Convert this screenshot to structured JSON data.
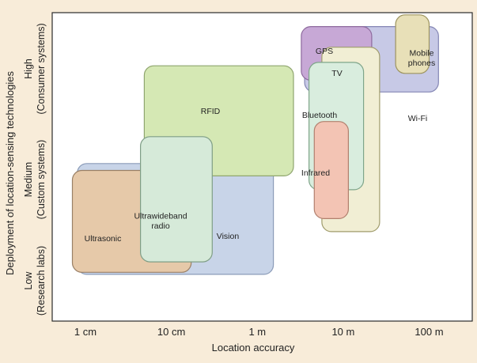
{
  "chart_data": {
    "type": "region",
    "title": "",
    "xlabel": "Location accuracy",
    "ylabel": "Deployment of location-sensing technologies",
    "x_scale": "log",
    "x_ticks": [
      "1 cm",
      "10 cm",
      "1 m",
      "10 m",
      "100 m"
    ],
    "y_ticks": [
      {
        "level": "Low",
        "sublabel": "(Research labs)"
      },
      {
        "level": "Medium",
        "sublabel": "(Custom systems)"
      },
      {
        "level": "High",
        "sublabel": "(Consumer systems)"
      }
    ],
    "grid": false,
    "legend": "none",
    "regions": [
      {
        "name": "Vision",
        "x_range_m": [
          0.008,
          1.7
        ],
        "y_range": [
          0.68,
          2.29
        ],
        "color": "#c8d4e8",
        "stroke": "#8a9bb8"
      },
      {
        "name": "Ultrasonic",
        "x_range_m": [
          0.007,
          0.18
        ],
        "y_range": [
          0.71,
          2.19
        ],
        "color": "#e6c9a9",
        "stroke": "#9a8066"
      },
      {
        "name": "RFID",
        "x_range_m": [
          0.05,
          2.95
        ],
        "y_range": [
          2.11,
          3.71
        ],
        "color": "#d5e8b4",
        "stroke": "#8fa56e"
      },
      {
        "name": "Ultrawideband radio",
        "x_range_m": [
          0.045,
          0.32
        ],
        "y_range": [
          0.86,
          2.68
        ],
        "color": "#d6ead9",
        "stroke": "#7f9e86"
      },
      {
        "name": "Wi-Fi",
        "x_range_m": [
          4.0,
          155
        ],
        "y_range": [
          3.33,
          4.28
        ],
        "color": "#c7c9e6",
        "stroke": "#8486b4"
      },
      {
        "name": "GPS",
        "x_range_m": [
          3.65,
          25
        ],
        "y_range": [
          3.5,
          4.28
        ],
        "color": "#c7a8d6",
        "stroke": "#8e6a9e"
      },
      {
        "name": "TV",
        "x_range_m": [
          6.4,
          31
        ],
        "y_range": [
          1.3,
          3.98
        ],
        "color": "#f1eed4",
        "stroke": "#a09c6c"
      },
      {
        "name": "Bluetooth",
        "x_range_m": [
          4.5,
          20
        ],
        "y_range": [
          1.91,
          3.76
        ],
        "color": "#d9edde",
        "stroke": "#7fa58a"
      },
      {
        "name": "Infrared",
        "x_range_m": [
          5.2,
          13.2
        ],
        "y_range": [
          1.49,
          2.9
        ],
        "color": "#f3c4b4",
        "stroke": "#b1806e"
      },
      {
        "name": "Mobile phones",
        "x_range_m": [
          48,
          120
        ],
        "y_range": [
          3.6,
          4.45
        ],
        "color": "#e8e0b8",
        "stroke": "#9d945f"
      }
    ]
  }
}
